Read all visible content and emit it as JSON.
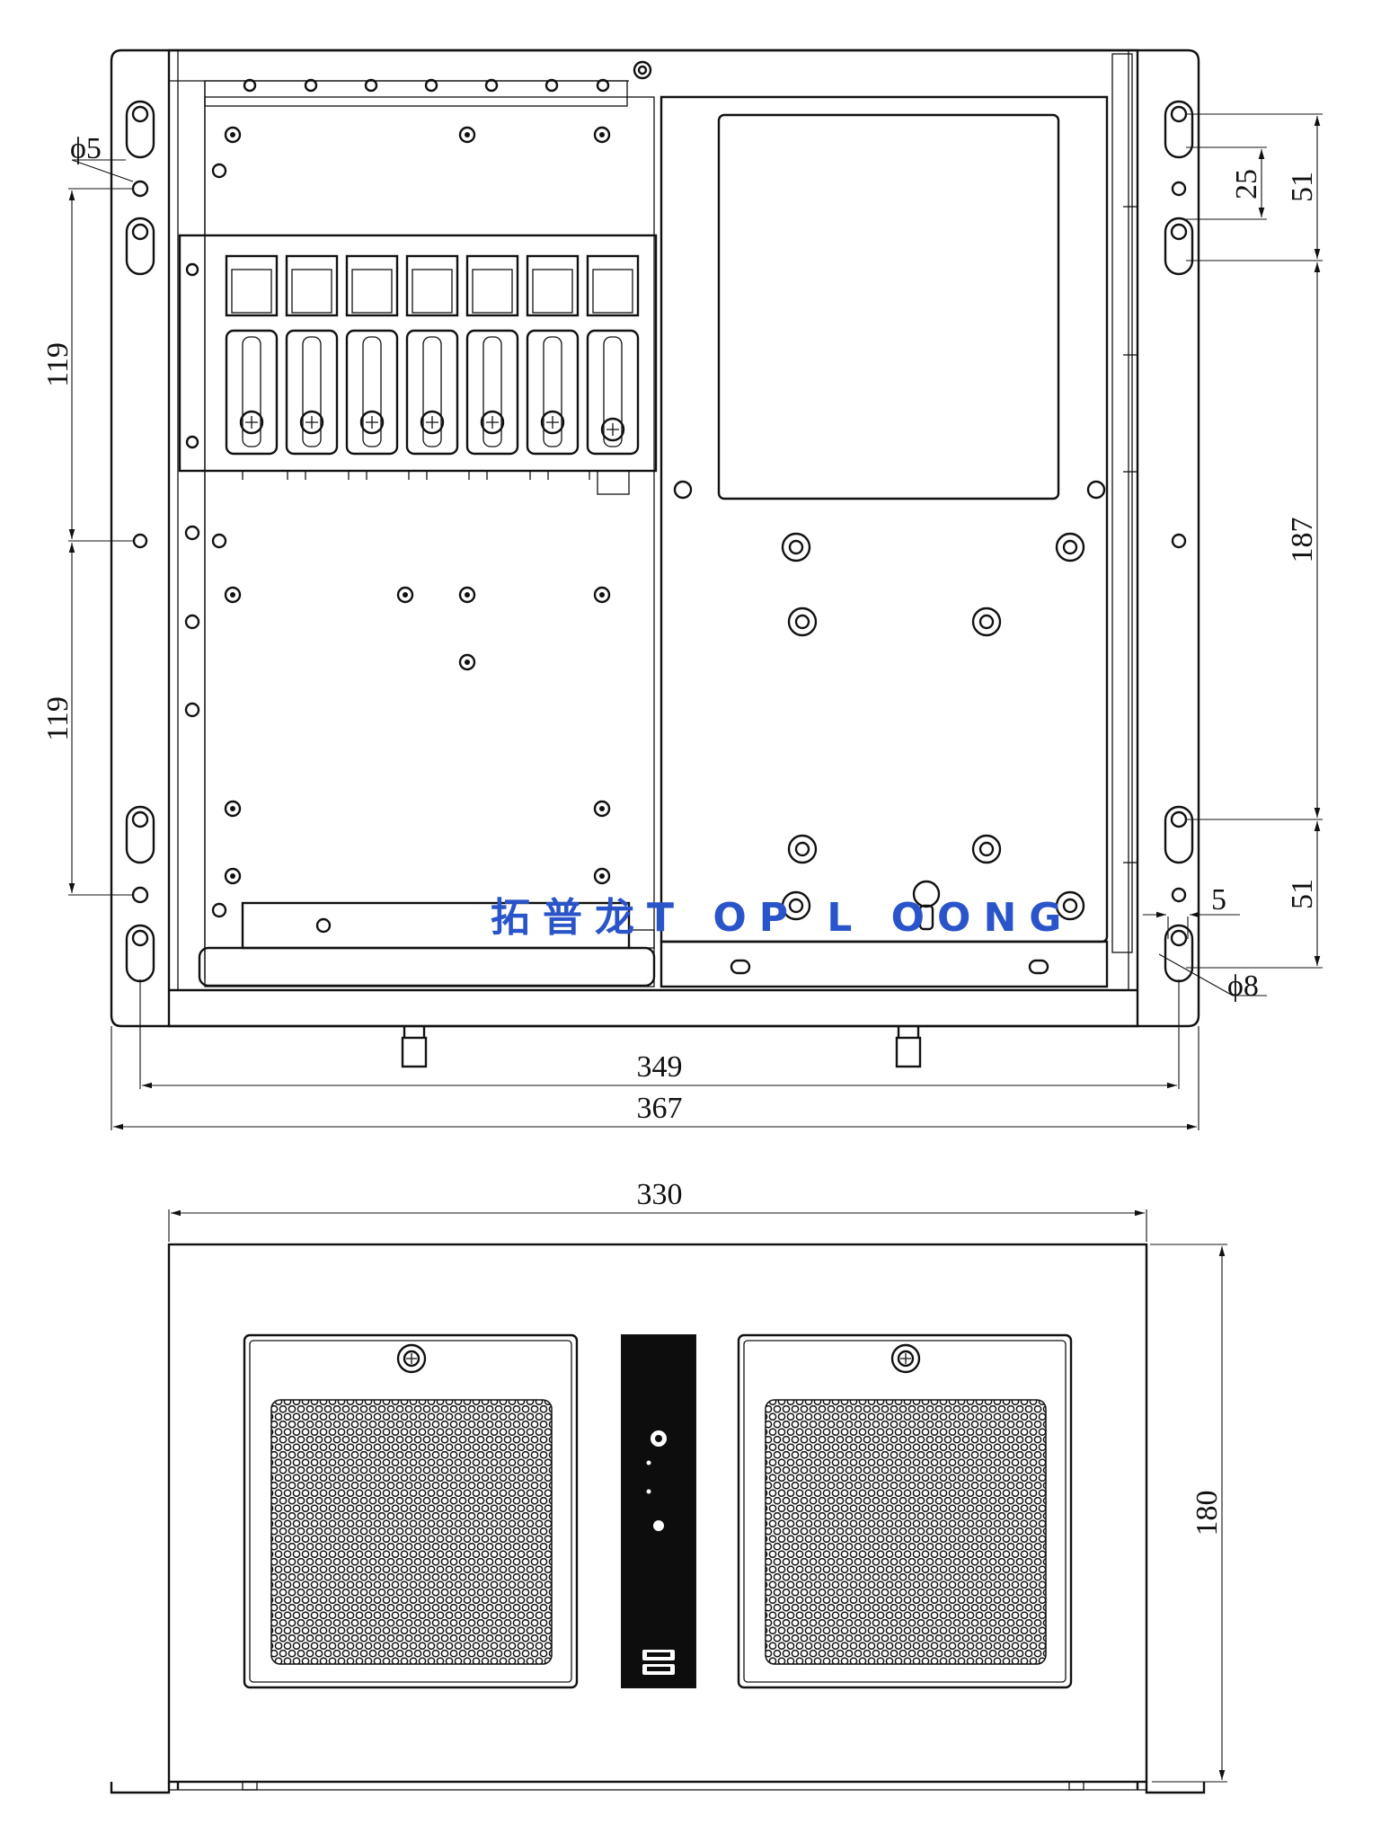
{
  "top_view": {
    "dimensions": {
      "hole_small_dia": "ϕ5",
      "hole_large_dia": "ϕ8",
      "spacing_upper": "119",
      "spacing_lower": "119",
      "right_top_outer": "51",
      "right_top_inner": "25",
      "right_middle": "187",
      "right_bottom": "51",
      "right_small": "5",
      "width_holes": "349",
      "width_total": "367"
    }
  },
  "front_view": {
    "dimensions": {
      "width": "330",
      "height": "180"
    }
  },
  "watermark": {
    "text": "拓普龙T OP L OONG"
  }
}
